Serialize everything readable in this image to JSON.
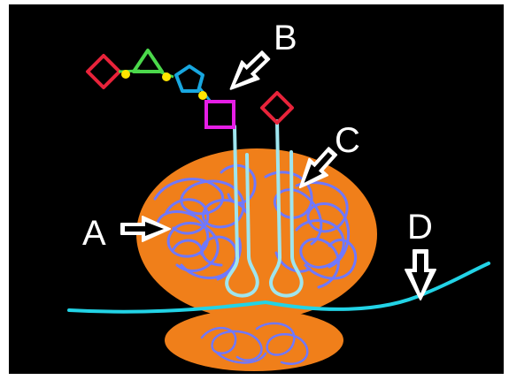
{
  "labels": {
    "a": "A",
    "b": "B",
    "c": "C",
    "d": "D"
  },
  "colors": {
    "background": "#000000",
    "frame": "#ffffff",
    "large_subunit": "#f07f1a",
    "small_subunit": "#f07f1a",
    "rrna_coil": "#6f78ff",
    "trna": "#9fe5ee",
    "mrna": "#22d3e6",
    "arrow_fill": "#ffffff",
    "sugar_diamond": "#e8233a",
    "sugar_triangle": "#4bd84b",
    "sugar_pentagon": "#18a7e0",
    "sugar_square": "#e61ee6",
    "linker_dot": "#ffe600"
  },
  "shapes": [
    "diamond",
    "triangle",
    "pentagon",
    "square",
    "diamond"
  ],
  "icons": [
    "arrow-a-icon",
    "arrow-b-icon",
    "arrow-c-icon",
    "arrow-d-icon"
  ]
}
